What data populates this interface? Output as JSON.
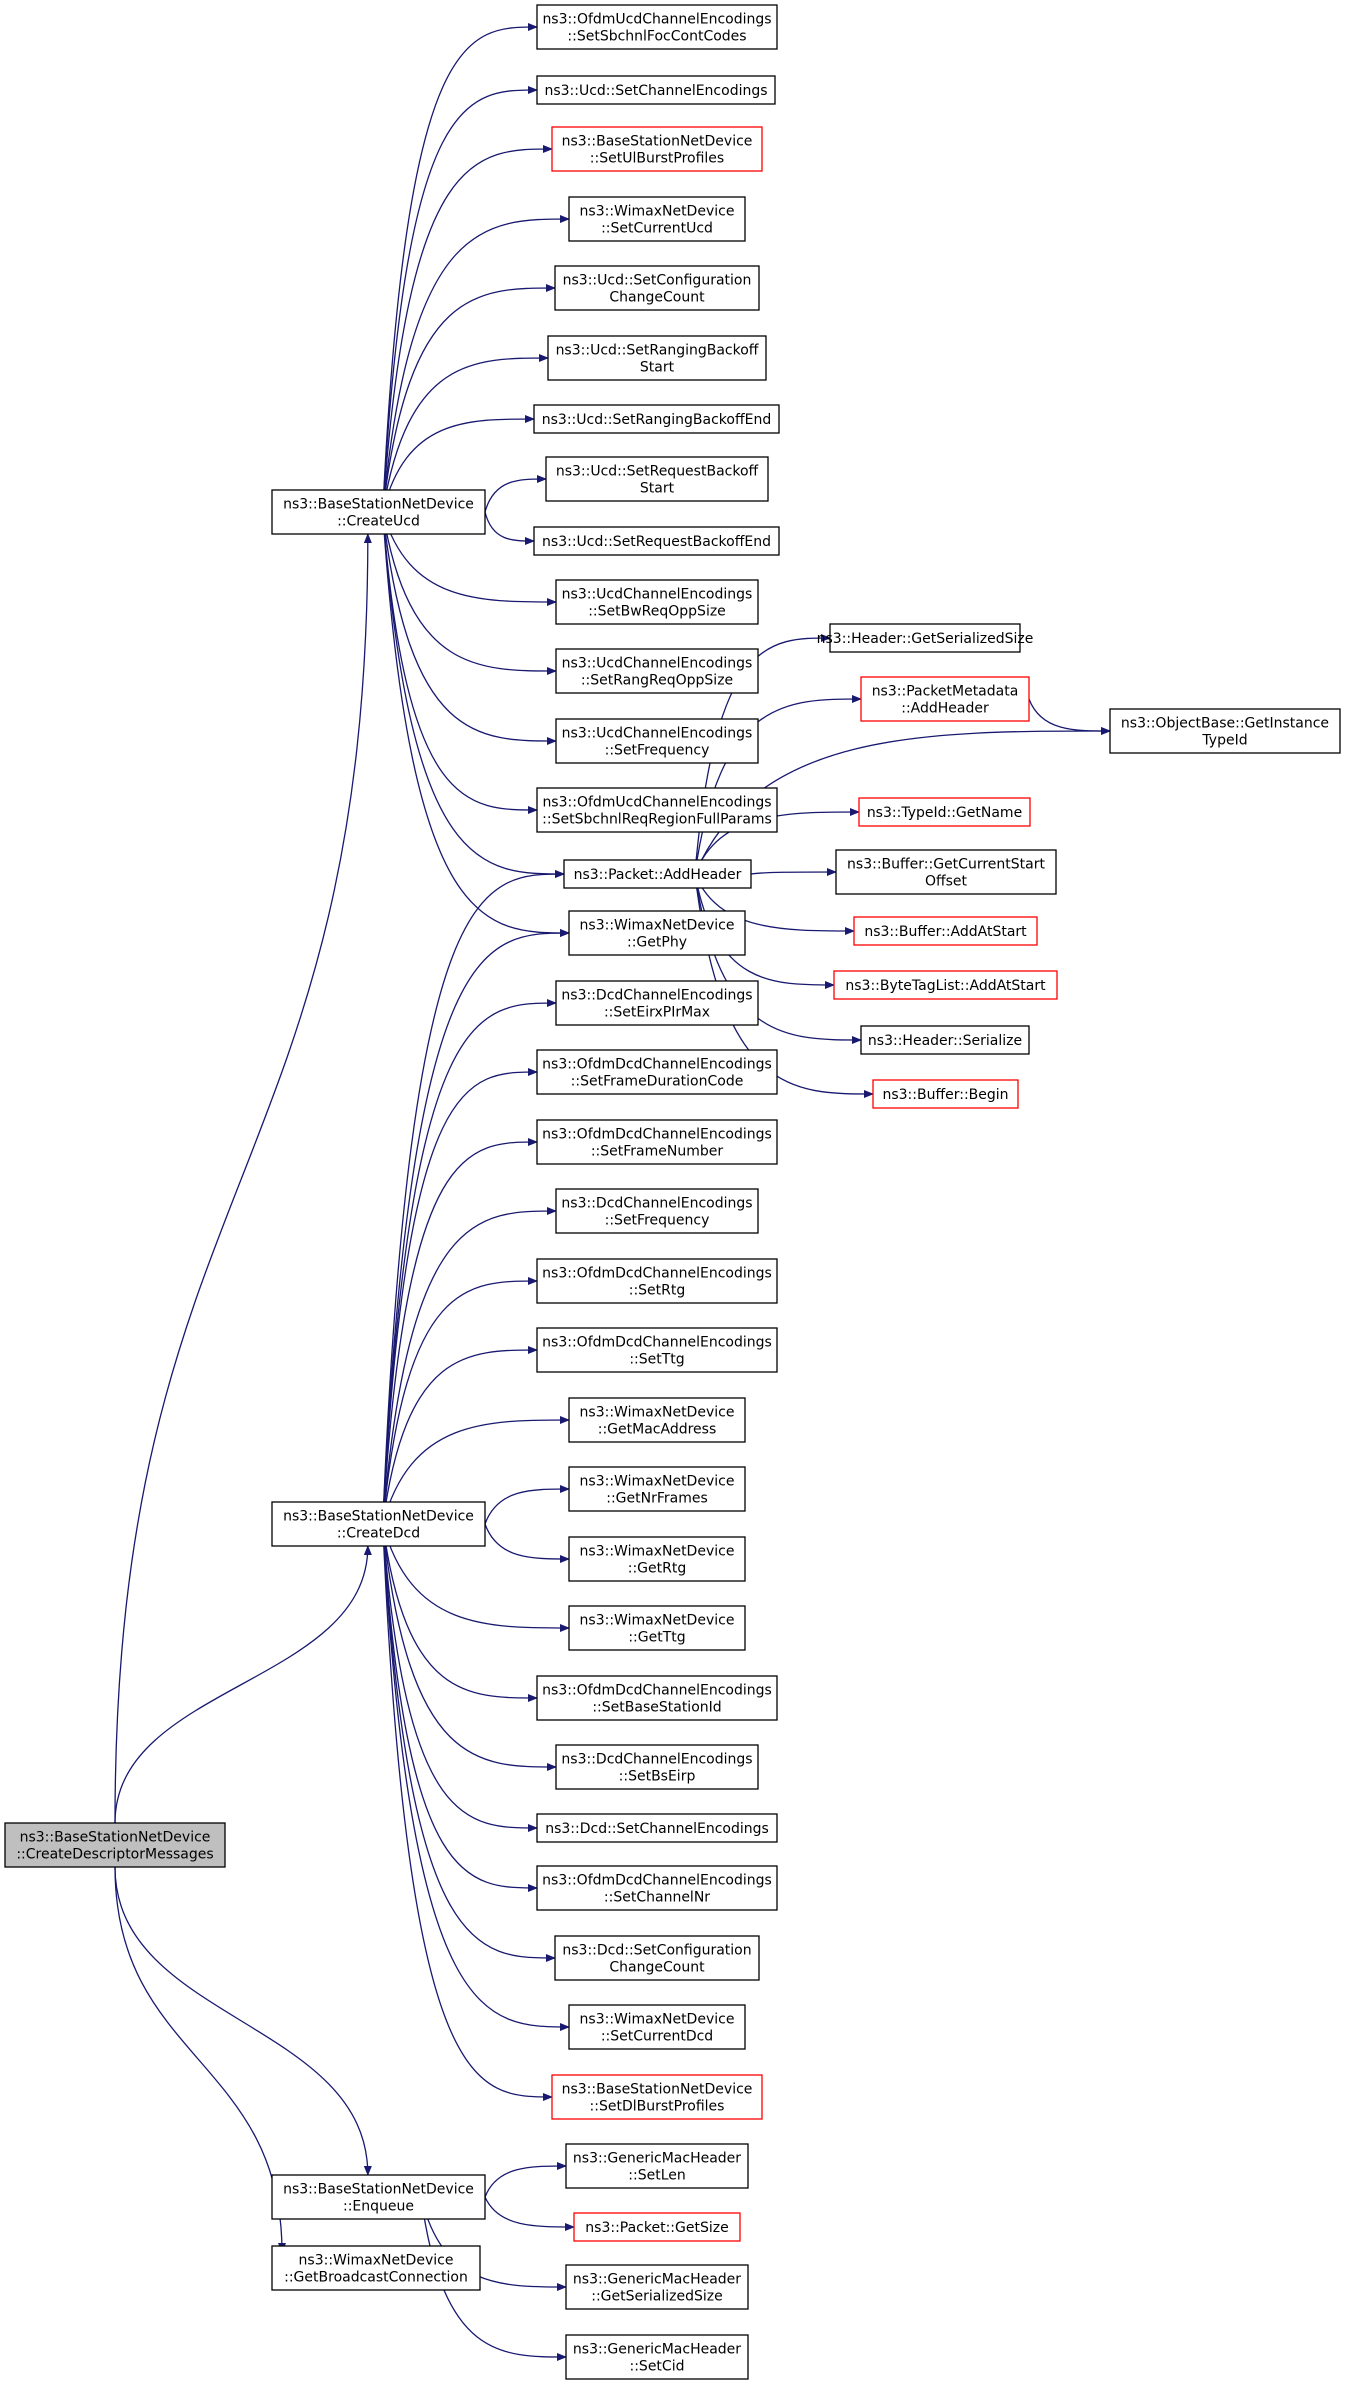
{
  "colors": {
    "edge": "#191970",
    "link_border": "#ff0000",
    "root_fill": "#bfbfbf",
    "normal_border": "#000000"
  },
  "nodes": [
    {
      "id": "root",
      "lines": [
        "ns3::BaseStationNetDevice",
        "::CreateDescriptorMessages"
      ],
      "style": "root"
    },
    {
      "id": "ucd",
      "lines": [
        "ns3::BaseStationNetDevice",
        "::CreateUcd"
      ],
      "style": "normal"
    },
    {
      "id": "dcd",
      "lines": [
        "ns3::BaseStationNetDevice",
        "::CreateDcd"
      ],
      "style": "normal"
    },
    {
      "id": "enq",
      "lines": [
        "ns3::BaseStationNetDevice",
        "::Enqueue"
      ],
      "style": "normal"
    },
    {
      "id": "gbc",
      "lines": [
        "ns3::WimaxNetDevice",
        "::GetBroadcastConnection"
      ],
      "style": "normal"
    },
    {
      "id": "u1",
      "lines": [
        "ns3::OfdmUcdChannelEncodings",
        "::SetSbchnlFocContCodes"
      ],
      "style": "normal"
    },
    {
      "id": "u2",
      "lines": [
        "ns3::Ucd::SetChannelEncodings"
      ],
      "style": "normal"
    },
    {
      "id": "u3",
      "lines": [
        "ns3::BaseStationNetDevice",
        "::SetUlBurstProfiles"
      ],
      "style": "link"
    },
    {
      "id": "u4",
      "lines": [
        "ns3::WimaxNetDevice",
        "::SetCurrentUcd"
      ],
      "style": "normal"
    },
    {
      "id": "u5",
      "lines": [
        "ns3::Ucd::SetConfiguration",
        "ChangeCount"
      ],
      "style": "normal"
    },
    {
      "id": "u6",
      "lines": [
        "ns3::Ucd::SetRangingBackoff",
        "Start"
      ],
      "style": "normal"
    },
    {
      "id": "u7",
      "lines": [
        "ns3::Ucd::SetRangingBackoffEnd"
      ],
      "style": "normal"
    },
    {
      "id": "u8",
      "lines": [
        "ns3::Ucd::SetRequestBackoff",
        "Start"
      ],
      "style": "normal"
    },
    {
      "id": "u9",
      "lines": [
        "ns3::Ucd::SetRequestBackoffEnd"
      ],
      "style": "normal"
    },
    {
      "id": "u10",
      "lines": [
        "ns3::UcdChannelEncodings",
        "::SetBwReqOppSize"
      ],
      "style": "normal"
    },
    {
      "id": "u11",
      "lines": [
        "ns3::UcdChannelEncodings",
        "::SetRangReqOppSize"
      ],
      "style": "normal"
    },
    {
      "id": "u12",
      "lines": [
        "ns3::UcdChannelEncodings",
        "::SetFrequency"
      ],
      "style": "normal"
    },
    {
      "id": "u13",
      "lines": [
        "ns3::OfdmUcdChannelEncodings",
        "::SetSbchnlReqRegionFullParams"
      ],
      "style": "normal"
    },
    {
      "id": "pah",
      "lines": [
        "ns3::Packet::AddHeader"
      ],
      "style": "normal"
    },
    {
      "id": "gphy",
      "lines": [
        "ns3::WimaxNetDevice",
        "::GetPhy"
      ],
      "style": "normal"
    },
    {
      "id": "d1",
      "lines": [
        "ns3::DcdChannelEncodings",
        "::SetEirxPIrMax"
      ],
      "style": "normal"
    },
    {
      "id": "d2",
      "lines": [
        "ns3::OfdmDcdChannelEncodings",
        "::SetFrameDurationCode"
      ],
      "style": "normal"
    },
    {
      "id": "d3",
      "lines": [
        "ns3::OfdmDcdChannelEncodings",
        "::SetFrameNumber"
      ],
      "style": "normal"
    },
    {
      "id": "d4",
      "lines": [
        "ns3::DcdChannelEncodings",
        "::SetFrequency"
      ],
      "style": "normal"
    },
    {
      "id": "d5",
      "lines": [
        "ns3::OfdmDcdChannelEncodings",
        "::SetRtg"
      ],
      "style": "normal"
    },
    {
      "id": "d6",
      "lines": [
        "ns3::OfdmDcdChannelEncodings",
        "::SetTtg"
      ],
      "style": "normal"
    },
    {
      "id": "d7",
      "lines": [
        "ns3::WimaxNetDevice",
        "::GetMacAddress"
      ],
      "style": "normal"
    },
    {
      "id": "d8",
      "lines": [
        "ns3::WimaxNetDevice",
        "::GetNrFrames"
      ],
      "style": "normal"
    },
    {
      "id": "d9",
      "lines": [
        "ns3::WimaxNetDevice",
        "::GetRtg"
      ],
      "style": "normal"
    },
    {
      "id": "d10",
      "lines": [
        "ns3::WimaxNetDevice",
        "::GetTtg"
      ],
      "style": "normal"
    },
    {
      "id": "d11",
      "lines": [
        "ns3::OfdmDcdChannelEncodings",
        "::SetBaseStationId"
      ],
      "style": "normal"
    },
    {
      "id": "d12",
      "lines": [
        "ns3::DcdChannelEncodings",
        "::SetBsEirp"
      ],
      "style": "normal"
    },
    {
      "id": "d13",
      "lines": [
        "ns3::Dcd::SetChannelEncodings"
      ],
      "style": "normal"
    },
    {
      "id": "d14",
      "lines": [
        "ns3::OfdmDcdChannelEncodings",
        "::SetChannelNr"
      ],
      "style": "normal"
    },
    {
      "id": "d15",
      "lines": [
        "ns3::Dcd::SetConfiguration",
        "ChangeCount"
      ],
      "style": "normal"
    },
    {
      "id": "d16",
      "lines": [
        "ns3::WimaxNetDevice",
        "::SetCurrentDcd"
      ],
      "style": "normal"
    },
    {
      "id": "d17",
      "lines": [
        "ns3::BaseStationNetDevice",
        "::SetDlBurstProfiles"
      ],
      "style": "link"
    },
    {
      "id": "e1",
      "lines": [
        "ns3::GenericMacHeader",
        "::SetLen"
      ],
      "style": "normal"
    },
    {
      "id": "e2",
      "lines": [
        "ns3::Packet::GetSize"
      ],
      "style": "link"
    },
    {
      "id": "e3",
      "lines": [
        "ns3::GenericMacHeader",
        "::GetSerializedSize"
      ],
      "style": "normal"
    },
    {
      "id": "e4",
      "lines": [
        "ns3::GenericMacHeader",
        "::SetCid"
      ],
      "style": "normal"
    },
    {
      "id": "p1",
      "lines": [
        "ns3::Header::GetSerializedSize"
      ],
      "style": "normal"
    },
    {
      "id": "p2",
      "lines": [
        "ns3::PacketMetadata",
        "::AddHeader"
      ],
      "style": "link"
    },
    {
      "id": "p3",
      "lines": [
        "ns3::TypeId::GetName"
      ],
      "style": "link"
    },
    {
      "id": "p4",
      "lines": [
        "ns3::Buffer::GetCurrentStart",
        "Offset"
      ],
      "style": "normal"
    },
    {
      "id": "p5",
      "lines": [
        "ns3::Buffer::AddAtStart"
      ],
      "style": "link"
    },
    {
      "id": "p6",
      "lines": [
        "ns3::ByteTagList::AddAtStart"
      ],
      "style": "link"
    },
    {
      "id": "p7",
      "lines": [
        "ns3::Header::Serialize"
      ],
      "style": "normal"
    },
    {
      "id": "p8",
      "lines": [
        "ns3::Buffer::Begin"
      ],
      "style": "link"
    },
    {
      "id": "obj",
      "lines": [
        "ns3::ObjectBase::GetInstance",
        "TypeId"
      ],
      "style": "normal"
    }
  ],
  "edges": [
    [
      "root",
      "ucd"
    ],
    [
      "root",
      "dcd"
    ],
    [
      "root",
      "enq"
    ],
    [
      "root",
      "gbc"
    ],
    [
      "ucd",
      "u1"
    ],
    [
      "ucd",
      "u2"
    ],
    [
      "ucd",
      "u3"
    ],
    [
      "ucd",
      "u4"
    ],
    [
      "ucd",
      "u5"
    ],
    [
      "ucd",
      "u6"
    ],
    [
      "ucd",
      "u7"
    ],
    [
      "ucd",
      "u8"
    ],
    [
      "ucd",
      "u9"
    ],
    [
      "ucd",
      "u10"
    ],
    [
      "ucd",
      "u11"
    ],
    [
      "ucd",
      "u12"
    ],
    [
      "ucd",
      "u13"
    ],
    [
      "ucd",
      "pah"
    ],
    [
      "ucd",
      "gphy"
    ],
    [
      "dcd",
      "pah"
    ],
    [
      "dcd",
      "gphy"
    ],
    [
      "dcd",
      "d1"
    ],
    [
      "dcd",
      "d2"
    ],
    [
      "dcd",
      "d3"
    ],
    [
      "dcd",
      "d4"
    ],
    [
      "dcd",
      "d5"
    ],
    [
      "dcd",
      "d6"
    ],
    [
      "dcd",
      "d7"
    ],
    [
      "dcd",
      "d8"
    ],
    [
      "dcd",
      "d9"
    ],
    [
      "dcd",
      "d10"
    ],
    [
      "dcd",
      "d11"
    ],
    [
      "dcd",
      "d12"
    ],
    [
      "dcd",
      "d13"
    ],
    [
      "dcd",
      "d14"
    ],
    [
      "dcd",
      "d15"
    ],
    [
      "dcd",
      "d16"
    ],
    [
      "dcd",
      "d17"
    ],
    [
      "enq",
      "e1"
    ],
    [
      "enq",
      "e2"
    ],
    [
      "enq",
      "e3"
    ],
    [
      "enq",
      "e4"
    ],
    [
      "pah",
      "p1"
    ],
    [
      "pah",
      "p2"
    ],
    [
      "pah",
      "obj"
    ],
    [
      "pah",
      "p3"
    ],
    [
      "pah",
      "p4"
    ],
    [
      "pah",
      "p5"
    ],
    [
      "pah",
      "p6"
    ],
    [
      "pah",
      "p7"
    ],
    [
      "pah",
      "p8"
    ],
    [
      "p2",
      "obj"
    ]
  ]
}
